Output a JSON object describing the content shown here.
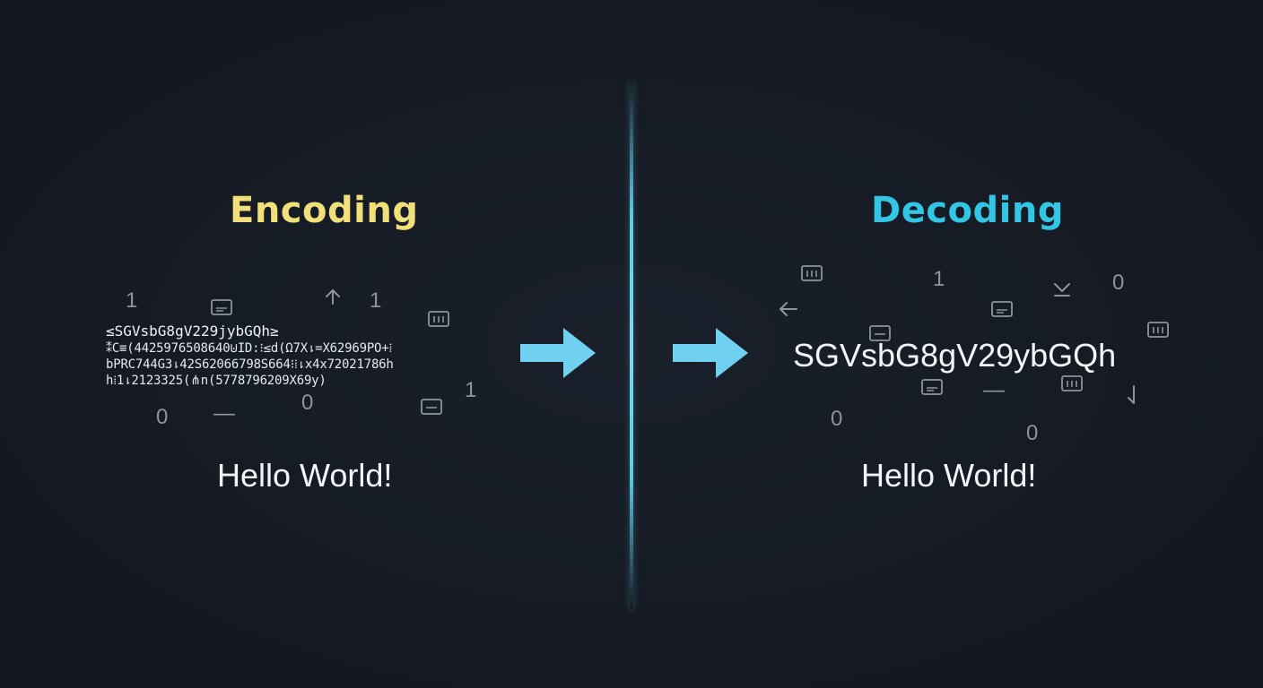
{
  "encoding": {
    "title": "Encoding",
    "encoded_lines": [
      "≤SGVsbG8gV229jybGQh≥",
      "⁑C≡(4425976508640⊍ID:⁝≤d(Ω7X⇂=X62969PO+⁞",
      "bPRC744G3⇂42S62066798S664⁝⁞⇂x4x72021786h",
      "h⁞1⇂2123325(⋔n(5778796209X69y)"
    ],
    "floaters": [
      "1",
      "1",
      "1",
      "0",
      "—",
      "0"
    ],
    "plaintext": "Hello World!",
    "color": "#f1e07a"
  },
  "decoding": {
    "title": "Decoding",
    "encoded": "SGVsbG8gV29ybGQh",
    "floaters": [
      "1",
      "0",
      "—",
      "0",
      "0"
    ],
    "plaintext": "Hello World!",
    "color": "#33c6e4"
  },
  "arrow_color": "#6fd1ef"
}
